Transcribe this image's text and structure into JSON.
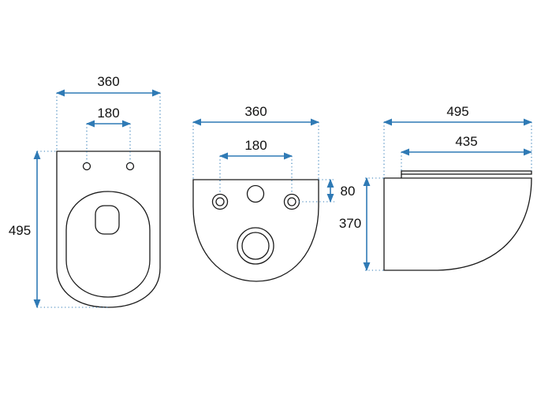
{
  "views": {
    "top": {
      "width_label": "360",
      "hole_spacing_label": "180",
      "length_label": "495"
    },
    "back": {
      "width_label": "360",
      "hole_spacing_label": "180",
      "hole_height_label": "80"
    },
    "side": {
      "length_label": "495",
      "seat_length_label": "435",
      "height_label": "370"
    }
  },
  "colors": {
    "dimension": "#2f7ab5",
    "outline": "#1a1a1a",
    "text": "#111111"
  }
}
